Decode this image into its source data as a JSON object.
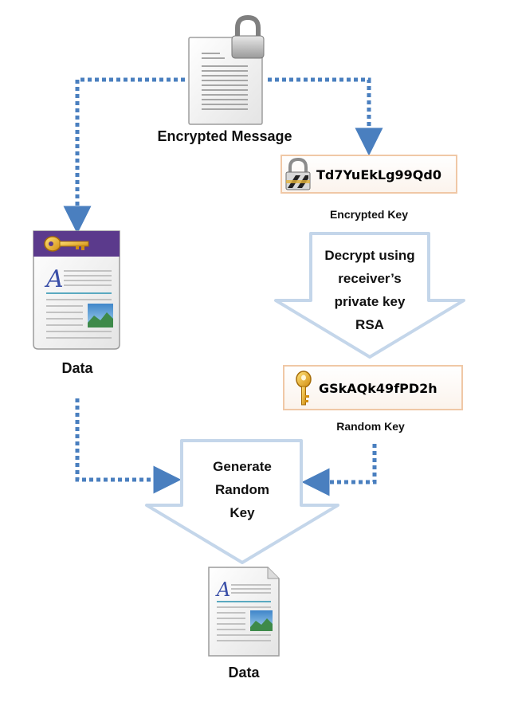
{
  "encrypted_message": {
    "label": "Encrypted Message",
    "icon": "locked-document-icon"
  },
  "encrypted_key": {
    "value": "Td7YuEkLg99Qd0",
    "caption": "Encrypted Key",
    "icon": "padlock-icon"
  },
  "decrypt_step": {
    "lines": [
      "Decrypt using",
      "receiver’s",
      "private key",
      "RSA"
    ]
  },
  "random_key": {
    "value": "GSkAQk49fPD2h",
    "caption": "Random Key",
    "icon": "gold-key-icon"
  },
  "data_left": {
    "label": "Data",
    "icon": "encrypted-data-document-icon"
  },
  "generate_step": {
    "lines": [
      "Generate",
      "Random",
      "Key"
    ]
  },
  "data_bottom": {
    "label": "Data",
    "icon": "data-document-icon"
  },
  "colors": {
    "connector": "#4a7fbf",
    "arrow_fill": "#ffffff",
    "arrow_stroke": "#c4d6ea",
    "key_box_border": "#f0c8a6",
    "header_bar": "#5b3a8c"
  }
}
